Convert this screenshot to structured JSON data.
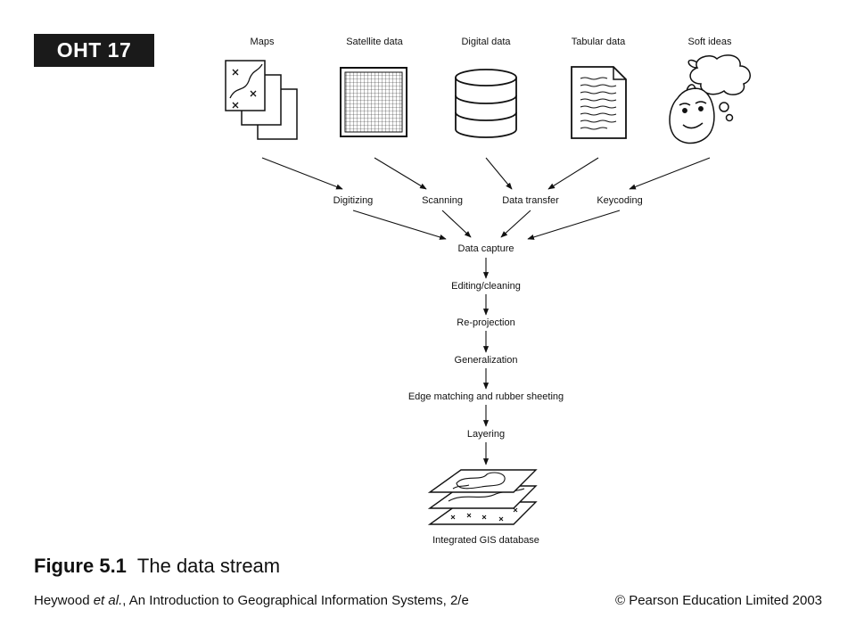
{
  "badge": "OHT 17",
  "sources": [
    "Maps",
    "Satellite data",
    "Digital data",
    "Tabular data",
    "Soft ideas"
  ],
  "methods": [
    "Digitizing",
    "Scanning",
    "Data transfer",
    "Keycoding"
  ],
  "stages": [
    "Data capture",
    "Editing/cleaning",
    "Re-projection",
    "Generalization",
    "Edge matching and rubber sheeting",
    "Layering"
  ],
  "output": "Integrated GIS database",
  "caption": {
    "number": "Figure 5.1",
    "title": "The data stream"
  },
  "footer": {
    "authors": "Heywood",
    "etal": "et al.",
    "book": ", An Introduction to Geographical Information Systems, 2/e",
    "copyright": "© Pearson Education Limited 2003"
  }
}
